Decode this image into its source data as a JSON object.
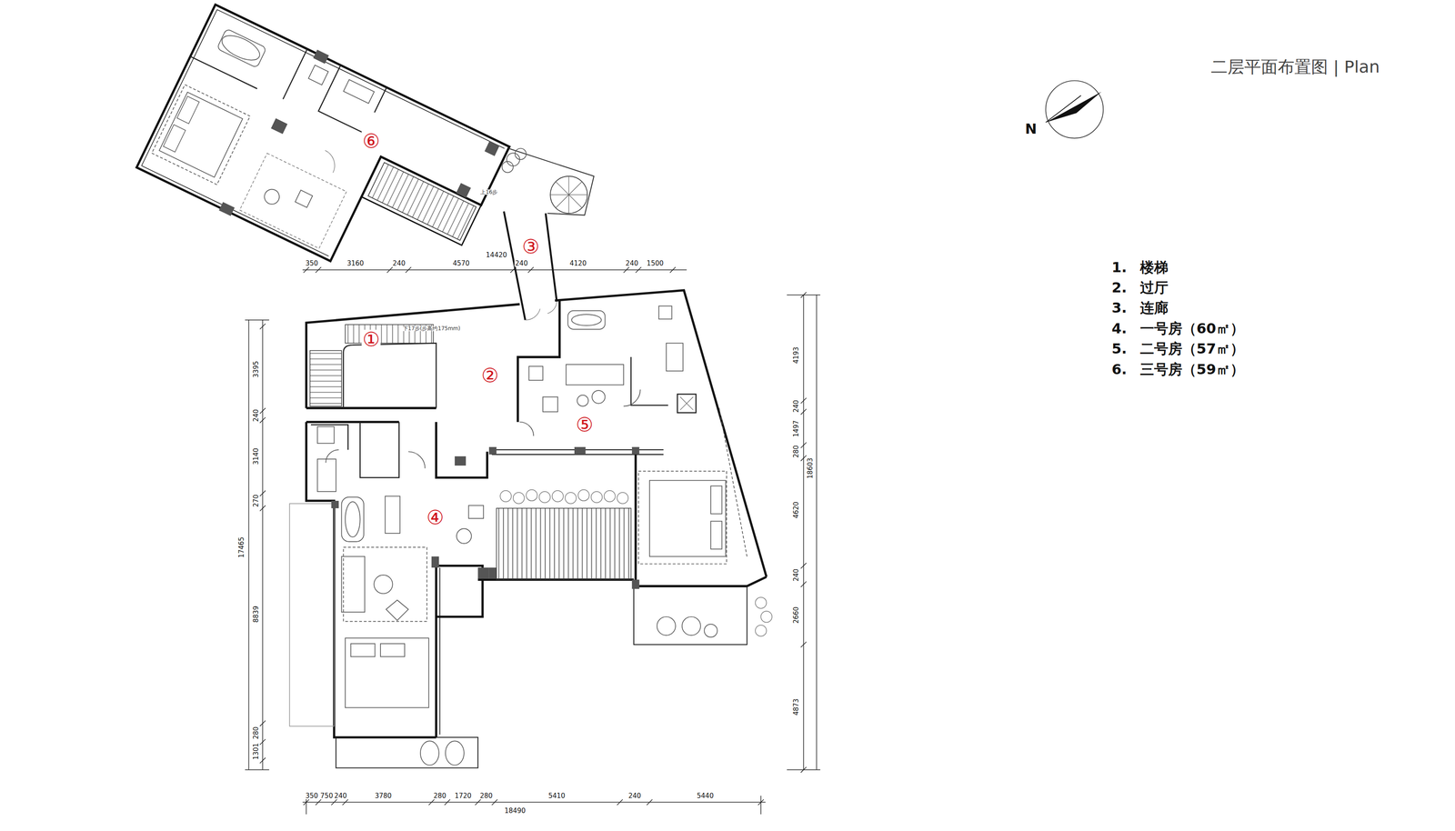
{
  "diagram": {
    "title": "二层平面布置图 | Plan",
    "labels": [
      "N",
      "1. 楼梯",
      "2. 过厅",
      "3. 连廊",
      "4. 一号房（60㎡）",
      "5. 二号房（57㎡）",
      "6. 三号房（59㎡）",
      "⑥",
      "③",
      "①",
      "②",
      "⑤",
      "④",
      "上16步",
      "下17步(步高约175mm)",
      "14420",
      "350",
      "3160",
      "240",
      "4570",
      "240",
      "4120",
      "240",
      "1500",
      "3395",
      "240",
      "3140",
      "270",
      "8839",
      "280",
      "1301",
      "17465",
      "4193",
      "240",
      "1497",
      "280",
      "4620",
      "240",
      "2660",
      "4873",
      "18603",
      "350",
      "750",
      "240",
      "3780",
      "280",
      "1720",
      "280",
      "5410",
      "240",
      "5440",
      "18490"
    ]
  }
}
